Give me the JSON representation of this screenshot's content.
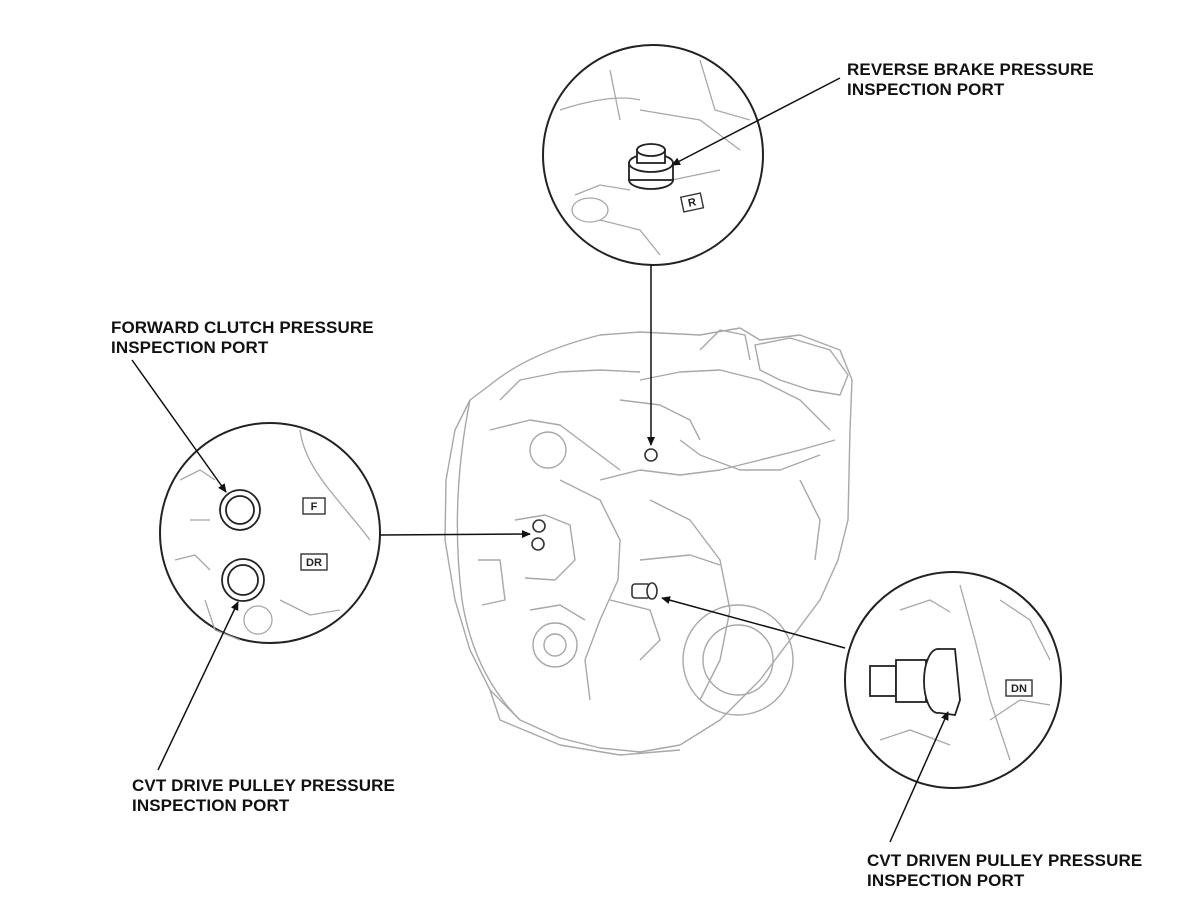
{
  "callouts": {
    "reverse_brake": {
      "line1": "REVERSE BRAKE PRESSURE",
      "line2": "INSPECTION PORT",
      "tag": "R"
    },
    "forward_clutch": {
      "line1": "FORWARD CLUTCH PRESSURE",
      "line2": "INSPECTION PORT",
      "tag": "F"
    },
    "cvt_drive_pulley": {
      "line1": "CVT DRIVE PULLEY PRESSURE",
      "line2": "INSPECTION PORT",
      "tag": "DR"
    },
    "cvt_driven_pulley": {
      "line1": "CVT DRIVEN PULLEY PRESSURE",
      "line2": "INSPECTION PORT",
      "tag": "DN"
    }
  },
  "colors": {
    "line_art": "#9a9a9a",
    "leader": "#111111",
    "background": "#ffffff"
  }
}
